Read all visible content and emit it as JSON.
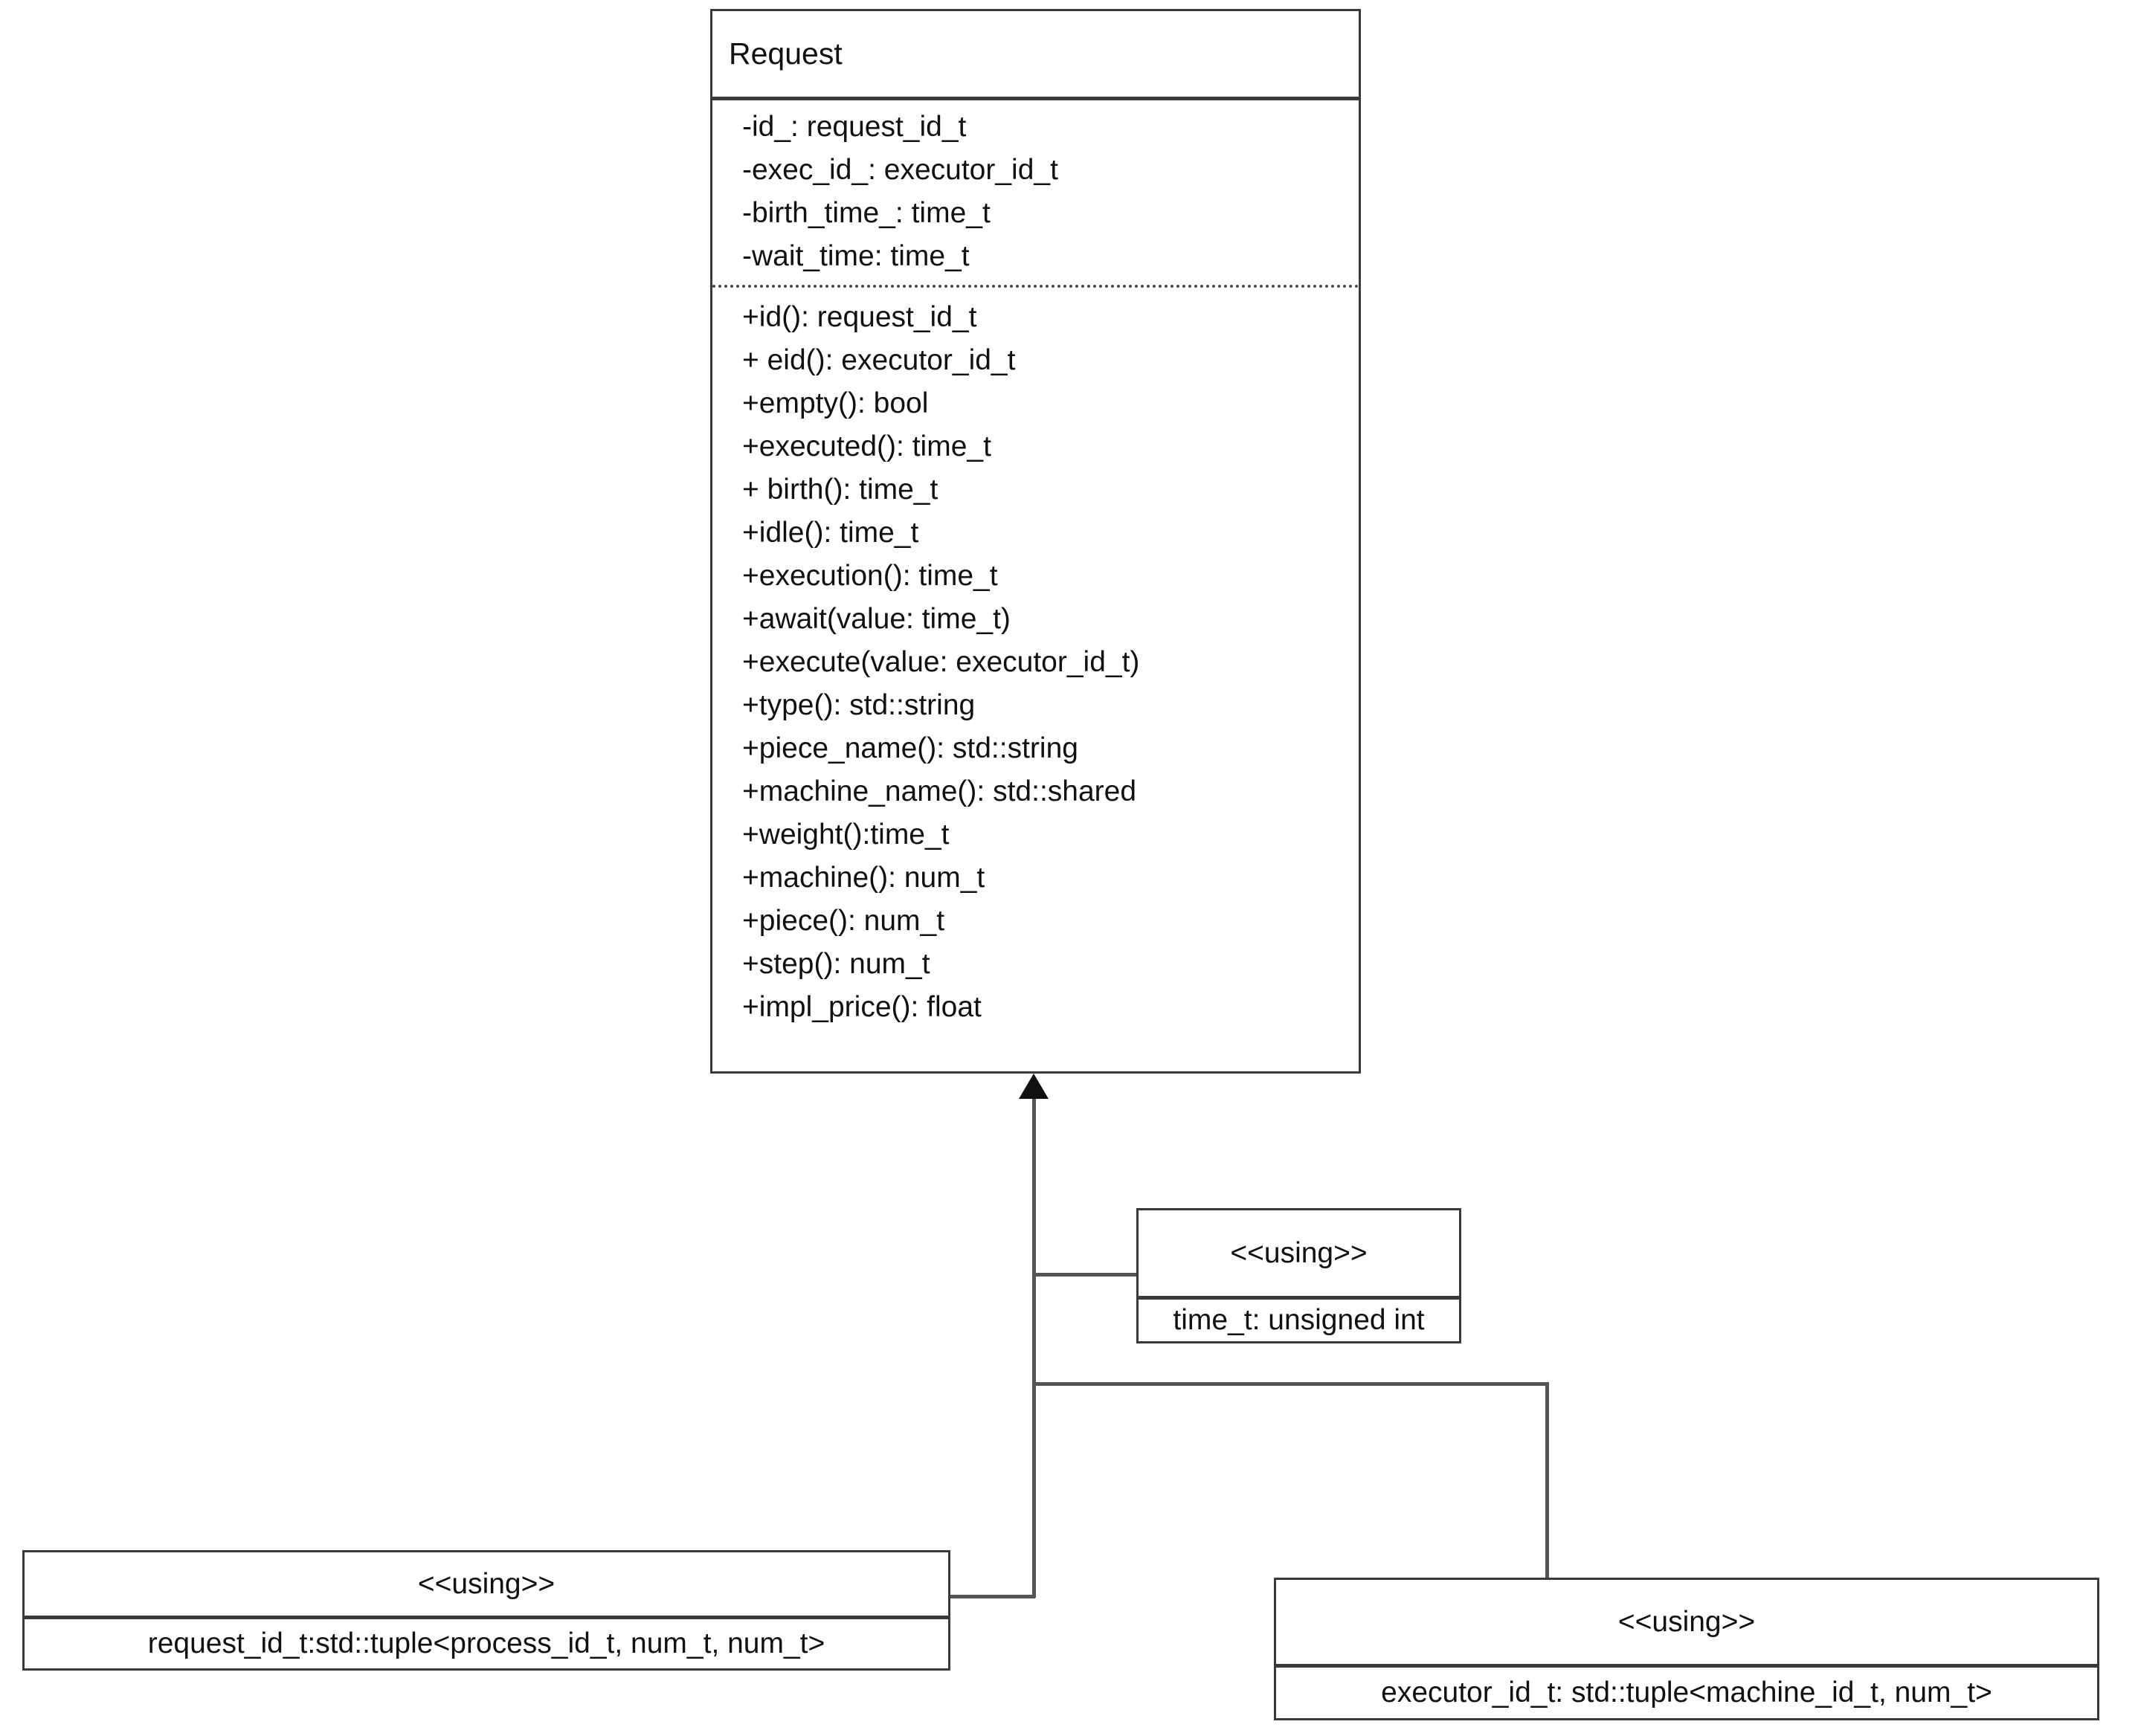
{
  "diagram": {
    "title_note": "",
    "main_class": {
      "name": "Request",
      "attributes": [
        "-id_: request_id_t",
        "-exec_id_: executor_id_t",
        "-birth_time_: time_t",
        "-wait_time: time_t"
      ],
      "methods": [
        "+id(): request_id_t",
        "+ eid(): executor_id_t",
        "+empty(): bool",
        "+executed(): time_t",
        "+ birth(): time_t",
        "+idle(): time_t",
        "+execution(): time_t",
        "+await(value: time_t)",
        "+execute(value: executor_id_t)",
        "+type(): std::string",
        "+piece_name(): std::string",
        "+machine_name(): std::shared",
        "+weight():time_t",
        "+machine(): num_t",
        "+piece(): num_t",
        "+step(): num_t",
        "+impl_price(): float"
      ]
    },
    "using_time": {
      "stereotype": "<<using>>",
      "declaration": "time_t: unsigned int"
    },
    "using_request_id": {
      "stereotype": "<<using>>",
      "declaration": "request_id_t:std::tuple<process_id_t, num_t, num_t>"
    },
    "using_executor_id": {
      "stereotype": "<<using>>",
      "declaration": "executor_id_t: std::tuple<machine_id_t, num_t>"
    },
    "colors": {
      "border": "#3a3a3a",
      "text": "#111111",
      "connector": "#555555",
      "background": "#ffffff"
    }
  }
}
